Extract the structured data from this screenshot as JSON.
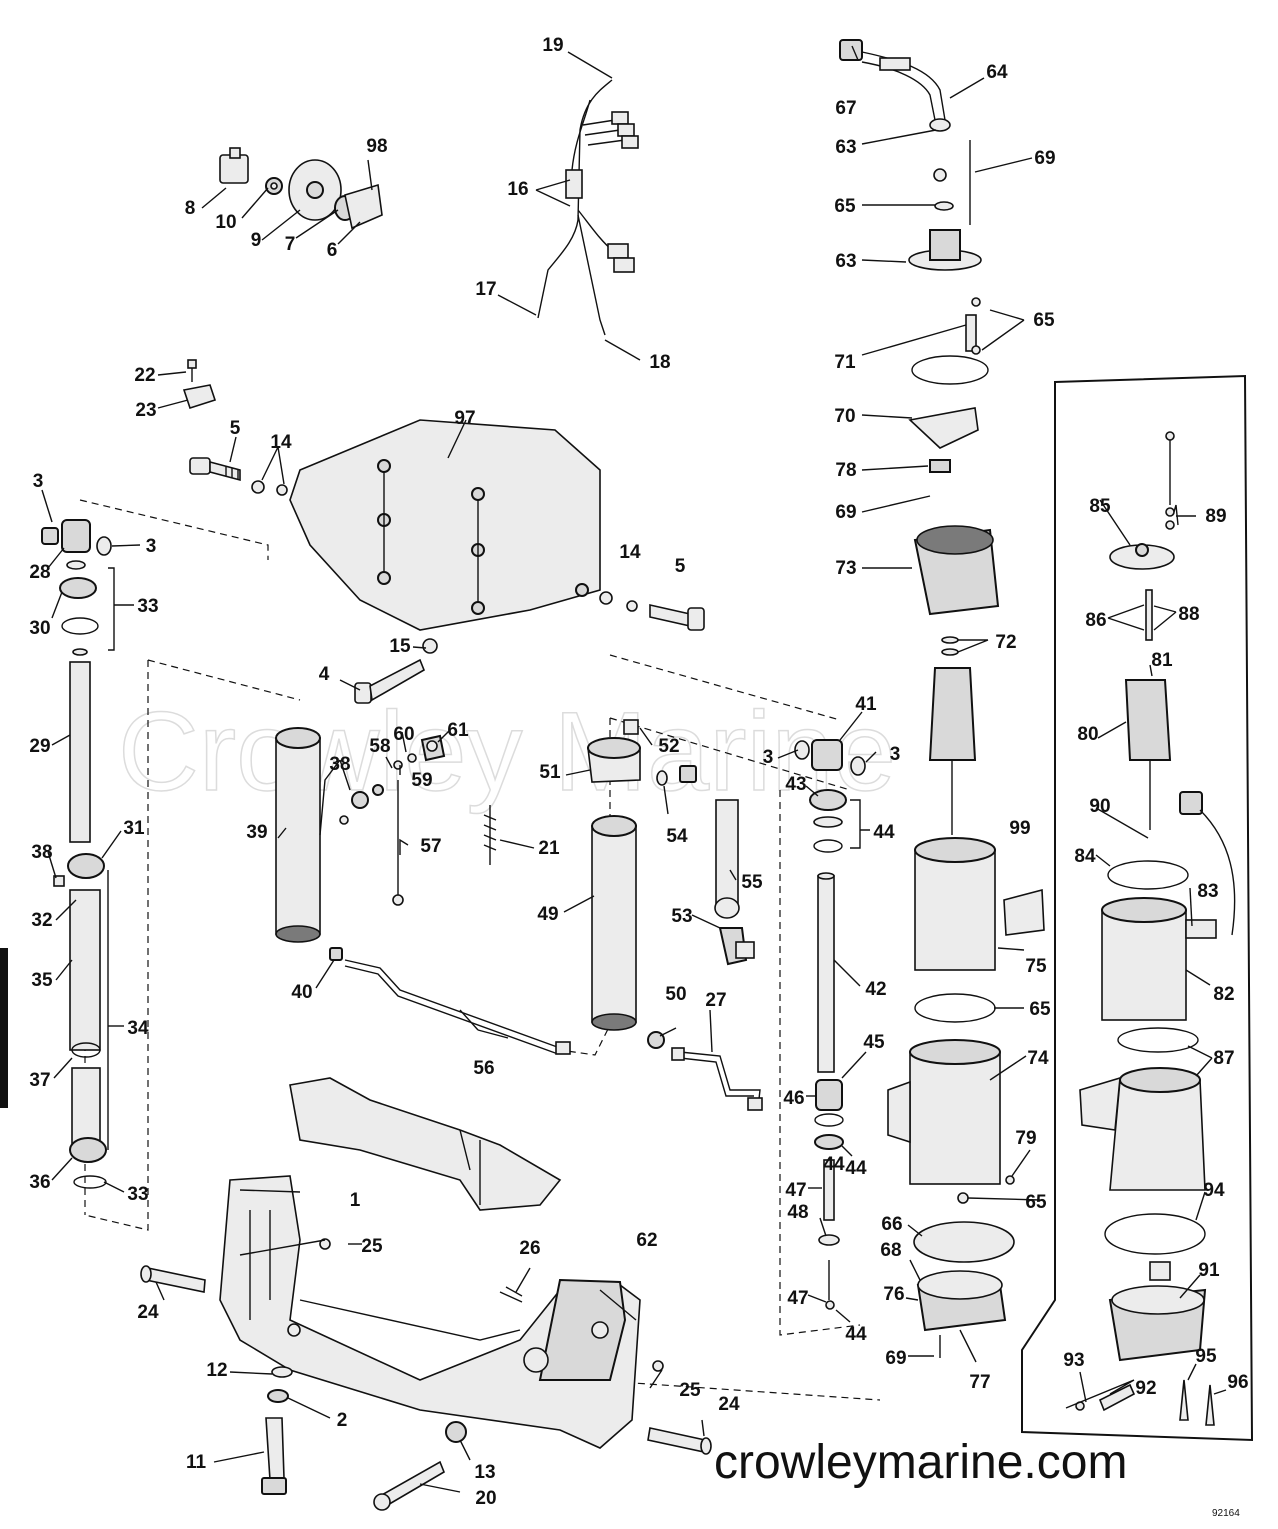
{
  "watermark": {
    "text": "Crowley Marine",
    "url": "crowleymarine.com"
  },
  "figure_code": "92164",
  "callouts": [
    "1",
    "2",
    "3",
    "3",
    "3",
    "3",
    "4",
    "5",
    "5",
    "6",
    "7",
    "8",
    "9",
    "10",
    "11",
    "12",
    "13",
    "14",
    "14",
    "15",
    "16",
    "17",
    "18",
    "19",
    "20",
    "21",
    "22",
    "23",
    "24",
    "24",
    "25",
    "25",
    "26",
    "27",
    "28",
    "29",
    "30",
    "31",
    "32",
    "33",
    "33",
    "34",
    "35",
    "36",
    "37",
    "38",
    "38",
    "39",
    "40",
    "41",
    "42",
    "43",
    "44",
    "44",
    "44",
    "44",
    "45",
    "46",
    "47",
    "47",
    "48",
    "49",
    "50",
    "51",
    "52",
    "53",
    "54",
    "55",
    "56",
    "57",
    "58",
    "59",
    "60",
    "61",
    "62",
    "63",
    "63",
    "64",
    "65",
    "65",
    "65",
    "65",
    "66",
    "67",
    "68",
    "69",
    "69",
    "69",
    "70",
    "71",
    "72",
    "73",
    "74",
    "75",
    "76",
    "77",
    "78",
    "79",
    "80",
    "81",
    "82",
    "83",
    "84",
    "85",
    "86",
    "87",
    "88",
    "89",
    "90",
    "91",
    "92",
    "93",
    "94",
    "95",
    "96",
    "97",
    "98",
    "99"
  ]
}
